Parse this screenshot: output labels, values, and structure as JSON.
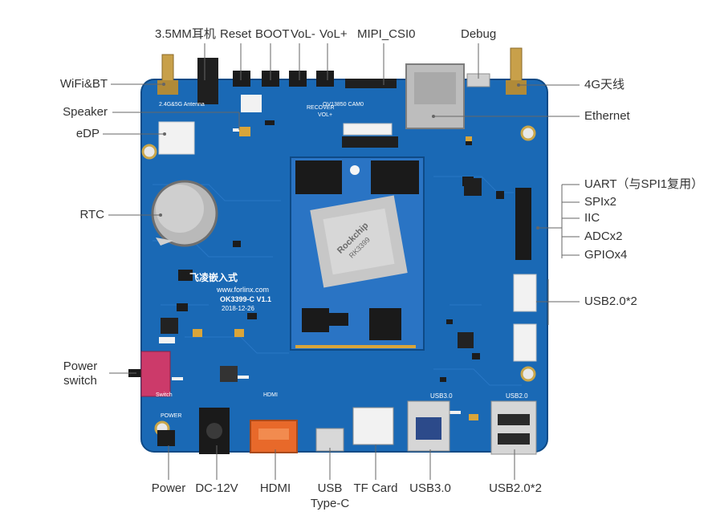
{
  "labels": {
    "audio_jack": "3.5MM耳机",
    "reset": "Reset",
    "boot": "BOOT",
    "vol_minus": "VoL-",
    "vol_plus": "VoL+",
    "mipi": "MIPI_CSI0",
    "debug": "Debug",
    "wifi_bt": "WiFi&BT",
    "speaker": "Speaker",
    "edp": "eDP",
    "rtc": "RTC",
    "power_switch_line1": "Power",
    "power_switch_line2": "switch",
    "antenna_4g": "4G天线",
    "ethernet": "Ethernet",
    "uart": "UART（与SPI1复用）",
    "spi": "SPIx2",
    "iic": "IIC",
    "adc": "ADCx2",
    "gpio": "GPIOx4",
    "usb20_right": "USB2.0*2",
    "power": "Power",
    "dc12v": "DC-12V",
    "hdmi": "HDMI",
    "usb_typec_line1": "USB",
    "usb_typec_line2": "Type-C",
    "tf_card": "TF Card",
    "usb30": "USB3.0",
    "usb20_bottom": "USB2.0*2"
  },
  "board": {
    "silk_brand": "飞凌嵌入式",
    "silk_model": "OK3399-C V1.1",
    "silk_date": "2018-12-26",
    "silk_web": "www.forlinx.com",
    "silk_antenna": "2.4G&5G Antenna",
    "silk_camera": "OV13850 CAM0",
    "silk_recover": "RECOVER",
    "silk_vol": "VOL+",
    "silk_usb3": "USB3.0",
    "silk_usb2": "USB2.0",
    "silk_power": "POWER",
    "silk_switch": "Switch",
    "silk_hdmi": "HDMI",
    "chip_brand": "Rockchip",
    "chip_model": "RK3399"
  },
  "colors": {
    "pcb": "#1a69b5",
    "pcb_dark": "#10508f",
    "som": "#2a74c4",
    "leader": "#666666",
    "text": "#333333"
  }
}
